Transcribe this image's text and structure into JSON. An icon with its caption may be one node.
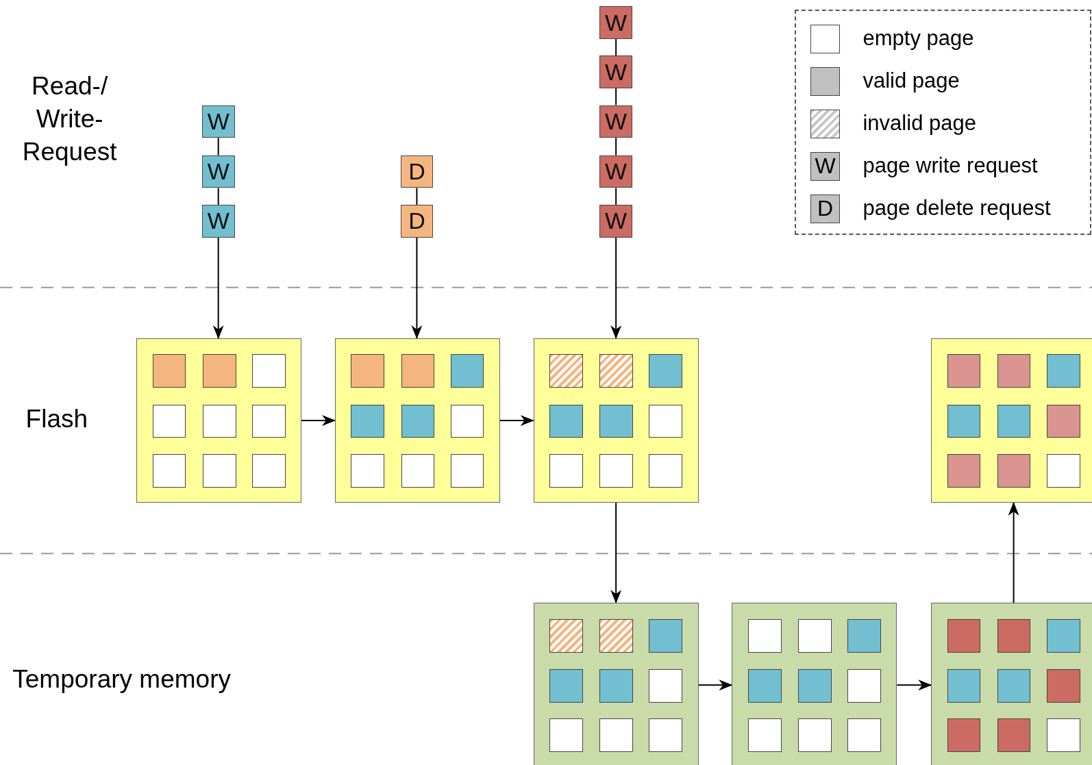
{
  "diagram": {
    "nodes": [
      {
        "text": [
          "W"
        ]
      },
      {
        "text": [
          "W"
        ]
      },
      {
        "text": [
          "W"
        ]
      },
      {
        "text": [
          "D"
        ]
      },
      {
        "text": [
          "D"
        ]
      },
      {
        "text": [
          "W"
        ]
      },
      {
        "text": [
          "W"
        ]
      },
      {
        "text": [
          "W"
        ]
      },
      {
        "text": [
          "W"
        ]
      },
      {
        "text": [
          "W"
        ]
      },
      {
        "text": [],
        "shape": "box"
      },
      {
        "text": [],
        "shape": "box",
        "in": 10
      },
      {
        "text": [],
        "shape": "box",
        "in": 10
      },
      {
        "text": [],
        "shape": "box",
        "in": 10
      },
      {
        "text": [],
        "shape": "box",
        "in": 10
      },
      {
        "text": [],
        "shape": "box",
        "in": 10
      },
      {
        "text": [],
        "shape": "box",
        "in": 10
      },
      {
        "text": [],
        "shape": "box",
        "in": 10
      },
      {
        "text": [],
        "shape": "box",
        "in": 10
      },
      {
        "text": [],
        "shape": "box",
        "in": 10
      },
      {
        "text": [],
        "shape": "box"
      },
      {
        "text": [],
        "shape": "box",
        "in": 20
      },
      {
        "text": [],
        "shape": "box",
        "in": 20
      },
      {
        "text": [],
        "shape": "box",
        "in": 20
      },
      {
        "text": [],
        "shape": "box",
        "in": 20
      },
      {
        "text": [],
        "shape": "box",
        "in": 20
      },
      {
        "text": [],
        "shape": "box",
        "in": 20
      },
      {
        "text": [],
        "shape": "box",
        "in": 20
      },
      {
        "text": [],
        "shape": "box",
        "in": 20
      },
      {
        "text": [],
        "shape": "box",
        "in": 20
      },
      {
        "text": [],
        "shape": "box"
      },
      {
        "text": [],
        "shape": "box",
        "in": 30
      },
      {
        "text": [],
        "shape": "box",
        "in": 30
      },
      {
        "text": [],
        "shape": "box",
        "in": 30
      },
      {
        "text": [],
        "shape": "box",
        "in": 30
      },
      {
        "text": [],
        "shape": "box",
        "in": 30
      },
      {
        "text": [],
        "shape": "box",
        "in": 30
      },
      {
        "text": [],
        "shape": "box",
        "in": 30
      },
      {
        "text": [],
        "shape": "box",
        "in": 30
      },
      {
        "text": [],
        "shape": "box",
        "in": 30
      },
      {
        "text": [],
        "shape": "box"
      },
      {
        "text": [],
        "shape": "box",
        "in": 40
      },
      {
        "text": [],
        "shape": "box",
        "in": 40
      },
      {
        "text": [],
        "shape": "box",
        "in": 40
      },
      {
        "text": [],
        "shape": "box",
        "in": 40
      },
      {
        "text": [],
        "shape": "box",
        "in": 40
      },
      {
        "text": [],
        "shape": "box",
        "in": 40
      },
      {
        "text": [],
        "shape": "box",
        "in": 40
      },
      {
        "text": [],
        "shape": "box",
        "in": 40
      },
      {
        "text": [],
        "shape": "box",
        "in": 40
      },
      {
        "text": [],
        "shape": "box"
      },
      {
        "text": [],
        "shape": "box",
        "in": 50
      },
      {
        "text": [],
        "shape": "box",
        "in": 50
      },
      {
        "text": [],
        "shape": "box",
        "in": 50
      },
      {
        "text": [],
        "shape": "box",
        "in": 50
      },
      {
        "text": [],
        "shape": "box",
        "in": 50
      },
      {
        "text": [],
        "shape": "box",
        "in": 50
      },
      {
        "text": [],
        "shape": "box",
        "in": 50
      },
      {
        "text": [],
        "shape": "box",
        "in": 50
      },
      {
        "text": [],
        "shape": "box",
        "in": 50
      },
      {
        "text": [],
        "shape": "box"
      },
      {
        "text": [],
        "shape": "box",
        "in": 60
      },
      {
        "text": [],
        "shape": "box",
        "in": 60
      },
      {
        "text": [],
        "shape": "box",
        "in": 60
      },
      {
        "text": [],
        "shape": "box",
        "in": 60
      },
      {
        "text": [],
        "shape": "box",
        "in": 60
      },
      {
        "text": [],
        "shape": "box",
        "in": 60
      },
      {
        "text": [],
        "shape": "box",
        "in": 60
      },
      {
        "text": [],
        "shape": "box",
        "in": 60
      },
      {
        "text": [],
        "shape": "box",
        "in": 60
      },
      {
        "text": [],
        "shape": "box"
      },
      {
        "text": [],
        "shape": "box",
        "in": 70
      },
      {
        "text": [],
        "shape": "box",
        "in": 70
      },
      {
        "text": [],
        "shape": "box",
        "in": 70
      },
      {
        "text": [],
        "shape": "box",
        "in": 70
      },
      {
        "text": [],
        "shape": "box",
        "in": 70
      },
      {
        "text": [],
        "shape": "box",
        "in": 70
      },
      {
        "text": [],
        "shape": "box",
        "in": 70
      },
      {
        "text": [],
        "shape": "box",
        "in": 70
      },
      {
        "text": [],
        "shape": "box",
        "in": 70
      }
    ],
    "edges": [
      {
        "from": 0,
        "to": 1,
        "arrow": "none"
      },
      {
        "from": 1,
        "to": 2,
        "arrow": "none"
      },
      {
        "from": 2,
        "to": 10,
        "arrow": "to"
      },
      {
        "from": 3,
        "to": 4,
        "arrow": "none"
      },
      {
        "from": 4,
        "to": 20,
        "arrow": "to"
      },
      {
        "from": 5,
        "to": 6,
        "arrow": "none"
      },
      {
        "from": 6,
        "to": 7,
        "arrow": "none"
      },
      {
        "from": 7,
        "to": 8,
        "arrow": "none"
      },
      {
        "from": 8,
        "to": 9,
        "arrow": "none"
      },
      {
        "from": 9,
        "to": 30,
        "arrow": "to"
      },
      {
        "from": 10,
        "to": 20,
        "arrow": "to"
      },
      {
        "from": 20,
        "to": 30,
        "arrow": "to"
      },
      {
        "from": 30,
        "to": 50,
        "arrow": "to"
      },
      {
        "from": 50,
        "to": 60,
        "arrow": "to"
      },
      {
        "from": 60,
        "to": 70,
        "arrow": "to"
      },
      {
        "from": 70,
        "to": 40,
        "arrow": "to"
      }
    ],
    "labels": [
      "W",
      "D",
      "Read-/ Write- Request",
      "Flash",
      "Temporary memory"
    ],
    "legend": [
      {
        "text": "empty page",
        "color": "#ffffff"
      },
      {
        "text": "valid page",
        "color": "#c0c0c0"
      },
      {
        "text": "invalid page"
      },
      {
        "text": "page write request"
      },
      {
        "text": "page delete request"
      }
    ]
  }
}
